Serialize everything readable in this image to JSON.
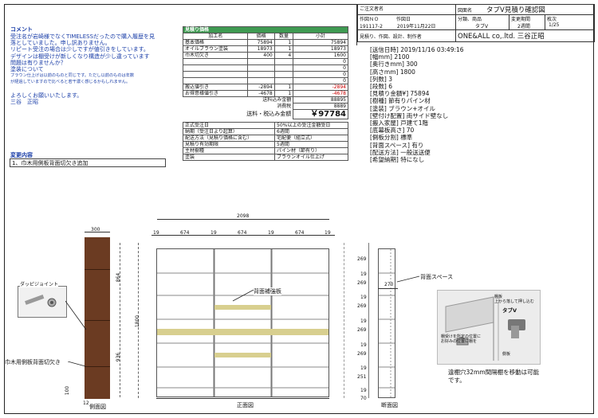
{
  "comment": {
    "title": "コメント",
    "lines": [
      "受注名が岩崎様でなくTIMELESSだったので購入履歴を見",
      "落としていました。申し訳ありません。",
      "リピート受注の場合は少しですが値引きをしています。",
      "デザインは棚受けが新しくなり構造が少し違っています",
      "問題は有りませんか？",
      "塗装について",
      "ブラウン仕上げは以前のものと同じです。ただし以前のものは年数",
      "が経過していますので比べると若干濃く感じるかもしれません。",
      "",
      "よろしくお願いいたします。",
      "三谷　正昭"
    ]
  },
  "changes": {
    "title": "変更内容",
    "item": "1、巾木用側板背面切欠き追加"
  },
  "estimate": {
    "header": "見積り価格",
    "columns": [
      "加工名",
      "価格",
      "数量",
      "小計"
    ],
    "rows": [
      [
        "基本価格",
        "75894",
        "1",
        "75894"
      ],
      [
        "オイルブラウン塗装",
        "18973",
        "1",
        "18973"
      ],
      [
        "巾木切欠き",
        "400",
        "4",
        "1600"
      ],
      [
        "",
        "",
        "",
        "0"
      ],
      [
        "",
        "",
        "",
        "0"
      ],
      [
        "",
        "",
        "",
        "0"
      ],
      [
        "",
        "",
        "",
        "0"
      ],
      [
        "搬込値引き",
        "-2894",
        "1",
        "-2894"
      ],
      [
        "お得意様値引き",
        "-4678",
        "1",
        "-4678"
      ]
    ],
    "subtotal_label": "送料込み金額",
    "subtotal": "88895",
    "tax_label": "消費税",
    "tax": "8889",
    "total_label": "送料・税込み金額",
    "total": "￥97784"
  },
  "order_info": [
    [
      "正式受注日",
      "50%以上の受注金額受日"
    ],
    [
      "納期（受注日より起算）",
      "6週間"
    ],
    [
      "配送方法（見積り価格に含む）",
      "宅配便（組立式）"
    ],
    [
      "見積り有効期限",
      "5週間"
    ],
    [
      "主材樹種",
      "パイン材（節有り）"
    ],
    [
      "塗装",
      "ブラウンオイル仕上げ"
    ]
  ],
  "title_block": {
    "company_label": "ご注文者名",
    "drawing_label": "図面名",
    "drawing_name": "タブV見積り確認図",
    "order_no_label": "作図ＮＯ",
    "order_no": "191117-2",
    "date_label": "作図日",
    "date": "2019年11月22日",
    "category_label": "分類、商品",
    "category": "タブV",
    "period_label": "変更期間",
    "period": "2週間",
    "page_label": "枚次",
    "page": "1/25",
    "maker_label": "見積り、作図、設計、制作者",
    "maker": "ONE&ALL co,.ltd. 三谷正昭"
  },
  "spec_lines": [
    "[送信日時] 2019/11/16 03:49:16",
    "[幅mm] 2100",
    "[奥行きmm] 300",
    "[高さmm] 1800",
    "[列数] 3",
    "[段数] 6",
    "[見積り金額¥] 75894",
    "[樹種] 節有りパイン材",
    "[塗装] ブラウン+オイル",
    "[壁付け配置] 両サイド壁なし",
    "[搬入家屋] 戸建て1階",
    "[底幕板高さ] 70",
    "[側板分割] 標準",
    "[背面スペース] 有り",
    "[配送方法] 一般送送便",
    "[希望納期] 特になし"
  ],
  "drawing": {
    "side_width": "300",
    "total_width": "2098",
    "col_widths": [
      "674",
      "674",
      "674"
    ],
    "post_widths": [
      "19",
      "19",
      "19",
      "19"
    ],
    "upper_height": "864",
    "lower_height": "936",
    "total_height": "1800",
    "base_height": "100",
    "joint_label": "ダッピジョイント",
    "notch_label": "巾木用側板背面切欠き",
    "reinforce_label": "背面補強板",
    "back_space_label": "背面スペース",
    "back_space": "270",
    "right_dims": [
      "269",
      "19",
      "269",
      "19",
      "269",
      "19",
      "269",
      "19",
      "269",
      "19",
      "251",
      "19",
      "70"
    ],
    "side_view_label": "側面図",
    "front_view_label": "正面図",
    "section_label": "断面図",
    "twelve": "12"
  },
  "photo": {
    "label1": "棚板",
    "label1b": "上から落して押し込む",
    "brand": "タブV",
    "label2": "棚受けを所定の位置に",
    "label2b": "お好みの位置に棚を",
    "label3": "側板",
    "note": "違棚穴32mm間隔棚を移動は可能です。"
  }
}
